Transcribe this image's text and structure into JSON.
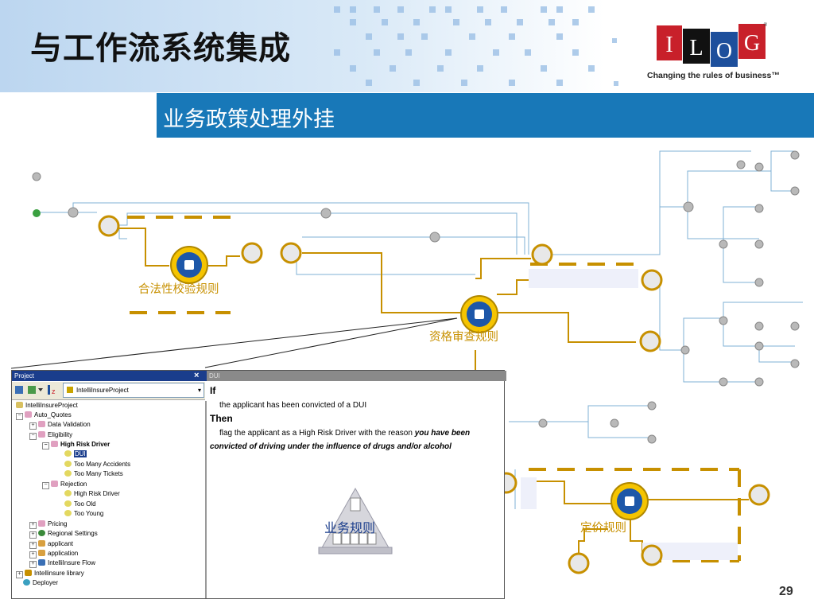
{
  "slide": {
    "title": "与工作流系统集成",
    "subtitle": "业务政策处理外挂",
    "page_number": "29"
  },
  "logo": {
    "letters": [
      "I",
      "L",
      "O",
      "G"
    ],
    "registered": "®",
    "tagline": "Changing the rules of business™",
    "colors": {
      "red": "#c8202a",
      "blue": "#1d4f9c",
      "black": "#111111"
    }
  },
  "diagram": {
    "labels": {
      "validation": "合法性校验规则",
      "eligibility": "资格审查规则",
      "business_rules": "业务规则",
      "pricing": "定价规则"
    },
    "colors": {
      "gold": "#c79000",
      "blue_line": "#6aa8d0",
      "node_gray": "#8a8a8a"
    }
  },
  "project_window": {
    "title": "Project",
    "close": "×",
    "combo_value": "IntelliInsureProject",
    "tree": [
      {
        "label": "IntelliInsureProject",
        "icon": "project-icon"
      },
      {
        "label": "Auto_Quotes",
        "icon": "package-icon"
      },
      {
        "label": "Data Validation",
        "icon": "package-icon"
      },
      {
        "label": "Eligibility",
        "icon": "package-icon"
      },
      {
        "label": "High Risk Driver",
        "icon": "package-icon"
      },
      {
        "label": "DUI",
        "icon": "rule-icon"
      },
      {
        "label": "Too Many Accidents",
        "icon": "rule-icon"
      },
      {
        "label": "Too Many Tickets",
        "icon": "rule-icon"
      },
      {
        "label": "Rejection",
        "icon": "package-icon"
      },
      {
        "label": "High Risk Driver",
        "icon": "rule-icon"
      },
      {
        "label": "Too Old",
        "icon": "rule-icon"
      },
      {
        "label": "Too Young",
        "icon": "rule-icon"
      },
      {
        "label": "Pricing",
        "icon": "package-icon"
      },
      {
        "label": "Regional Settings",
        "icon": "globe-icon"
      },
      {
        "label": "applicant",
        "icon": "class-icon"
      },
      {
        "label": "application",
        "icon": "class-icon"
      },
      {
        "label": "IntelliInsure Flow",
        "icon": "flow-icon"
      },
      {
        "label": "Intellinsure library",
        "icon": "library-icon"
      },
      {
        "label": "Deployer",
        "icon": "deployer-icon"
      }
    ]
  },
  "rule_editor": {
    "title": "DUI",
    "if_kw": "If",
    "if_text": "the applicant has been convicted of a DUI",
    "then_kw": "Then",
    "then_text": "flag the applicant as a High Risk Driver with the reason",
    "then_emph": "you have been convicted of driving under the influence of drugs and/or alcohol"
  }
}
